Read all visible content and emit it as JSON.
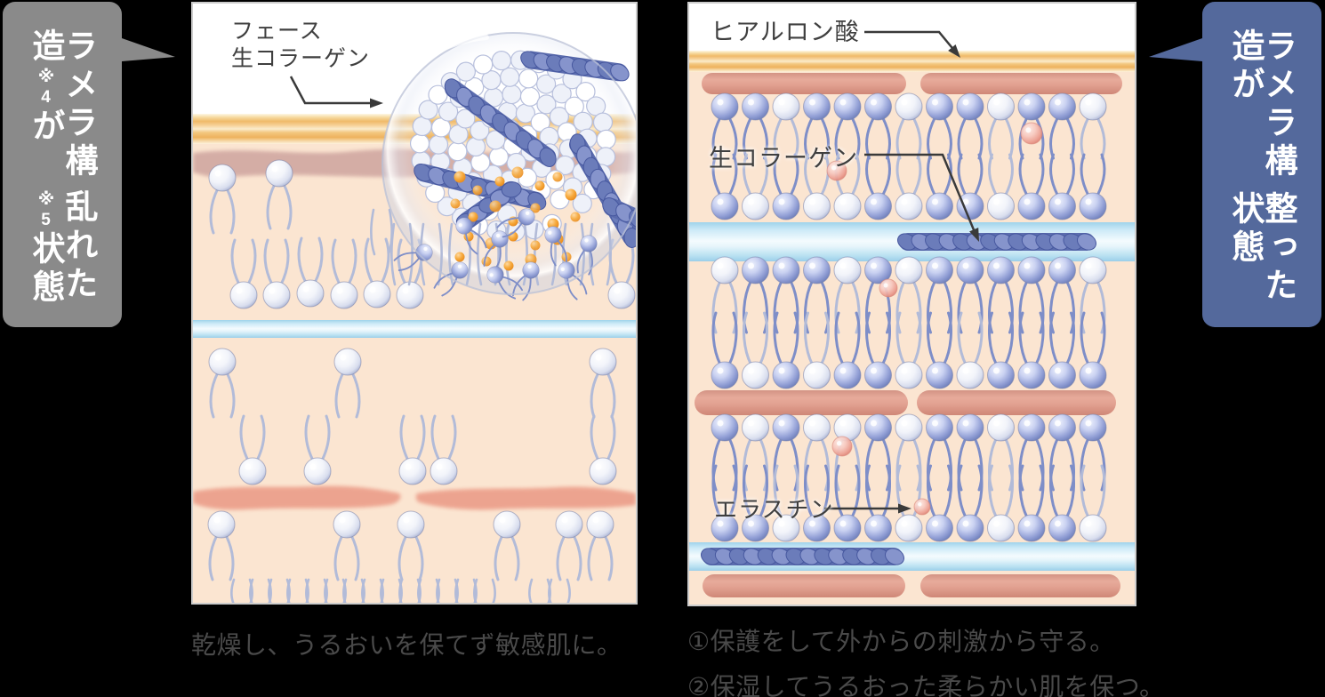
{
  "left_tab": {
    "line1_main": "ラメラ構造",
    "line1_sup": "※4",
    "line1_tail": "が",
    "line2_main": "乱れた",
    "line2_sup": "※5",
    "line2_tail": "状態",
    "bg_color": "#8a8a8a"
  },
  "right_tab": {
    "line1": "ラメラ構造が",
    "line2": "整った状態",
    "bg_color": "#54699c"
  },
  "left_panel": {
    "label_line1": "フェース",
    "label_line2": "生コラーゲン",
    "caption": "乾燥し、うるおいを保てず敏感肌に。"
  },
  "right_panel": {
    "label_hyaluronic_acid": "ヒアルロン酸",
    "label_collagen": "生コラーゲン",
    "label_elastin": "エラスチン",
    "caption_line1": "①保護をして外からの刺激から守る。",
    "caption_line2": "②保湿してうるおった柔らかい肌を保つ。"
  },
  "colors": {
    "background": "#000000",
    "panel_bg": "#ffffff",
    "skin": "#fbe5d1",
    "orange_band": "#f0b967",
    "mauve_blob": "#d0a7a1",
    "water_band": "#a8d8ee",
    "capsule_pink": "#df9d8d",
    "streak_pink": "#eca08c",
    "lipid_head_white": "#eef1f9",
    "lipid_head_blue": "#8494cc",
    "collagen_rope": "#5b6cae",
    "dot_orange": "#f2a43a",
    "sphere_pink": "#f0b3a8",
    "label_text": "#3f3f3f",
    "caption_text": "#4a4a4a",
    "arrow": "#3a3a3a"
  }
}
